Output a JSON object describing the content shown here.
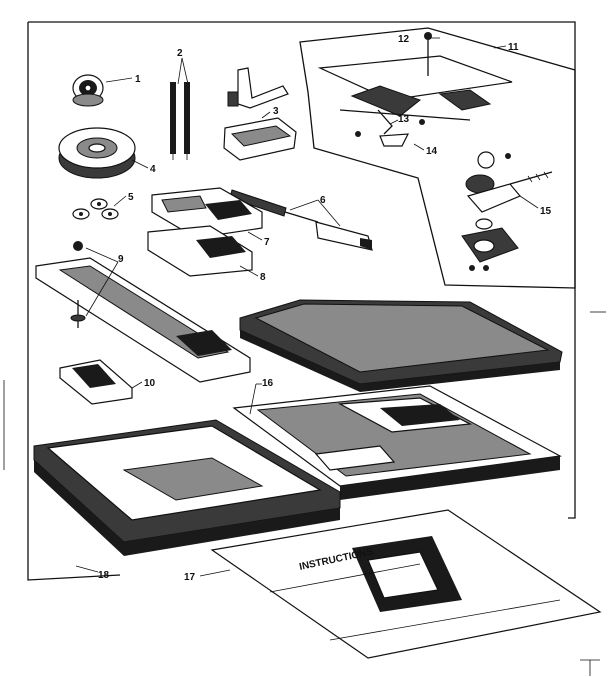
{
  "callouts": {
    "p1": "1",
    "p2": "2",
    "p3": "3",
    "p4": "4",
    "p5": "5",
    "p6": "6",
    "p7": "7",
    "p8": "8",
    "p9": "9",
    "p10": "10",
    "p11": "11",
    "p12": "12",
    "p13": "13",
    "p14": "14",
    "p15": "15",
    "p16": "16",
    "p17": "17",
    "p18": "18"
  },
  "booklet": {
    "heading": "INSTRUCTIONS"
  },
  "colors": {
    "ink": "#111111",
    "paper": "#ffffff",
    "shade": "#8a8a8a"
  }
}
